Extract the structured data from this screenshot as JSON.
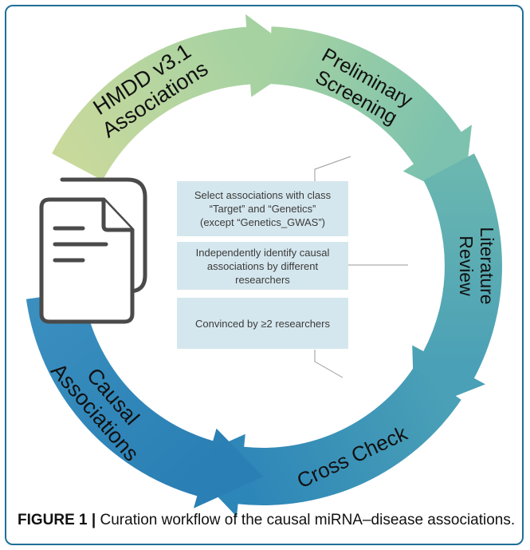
{
  "cycle_steps": [
    {
      "lines": [
        "HMDD v3.1",
        "Associations"
      ],
      "color_start": "#c9d99c",
      "color_end": "#a6d2a2"
    },
    {
      "lines": [
        "Preliminary",
        "Screening"
      ],
      "color_start": "#a6d2a2",
      "color_end": "#7cc2ae"
    },
    {
      "lines": [
        "Literature",
        "Review"
      ],
      "color_start": "#6bb7b0",
      "color_end": "#4aa0b6"
    },
    {
      "lines": [
        "Cross Check"
      ],
      "color_start": "#4aa0b6",
      "color_end": "#2d86b8"
    },
    {
      "lines": [
        "Causal",
        "Associations"
      ],
      "color_start": "#2a7fb4",
      "color_end": "#3a8fbf"
    }
  ],
  "step_boxes": [
    {
      "lines": [
        "Select associations with class",
        "“Target” and “Genetics”",
        "(except “Genetics_GWAS”)"
      ]
    },
    {
      "lines": [
        "Independently identify causal",
        "associations by different researchers"
      ]
    },
    {
      "lines": [
        "Convinced by ≥2 researchers"
      ]
    }
  ],
  "caption": {
    "label": "FIGURE 1 |",
    "text": " Curation workflow of the causal miRNA–disease associations."
  },
  "icon": {
    "name": "document-stack-icon",
    "stroke_color": "#4a4a4a"
  },
  "colors": {
    "frame": "#1f6f99",
    "box_fill": "#d5e7ee",
    "connector": "#9a9a9a"
  }
}
